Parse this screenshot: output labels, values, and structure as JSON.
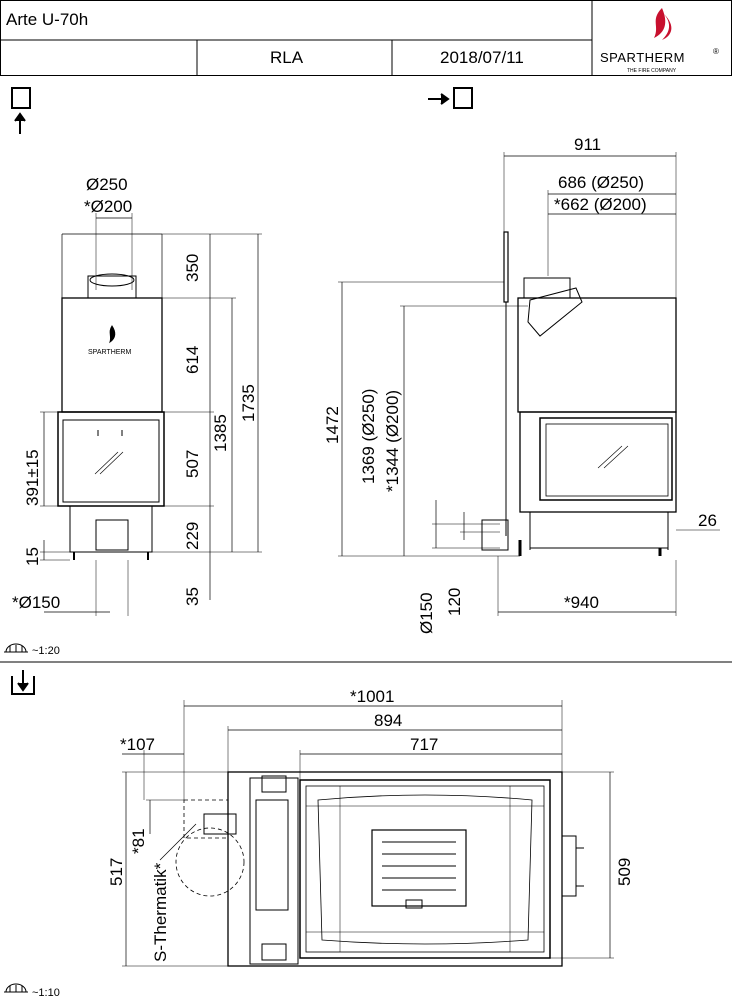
{
  "header": {
    "model": "Arte U-70h",
    "variant": "RLA",
    "date": "2018/07/11",
    "brand": "SPARTHERM",
    "brand_reg": "®",
    "tagline": "THE FIRE COMPANY"
  },
  "front_view": {
    "flue_d1": "Ø250",
    "flue_d2": "*Ø200",
    "logo_text": "SPARTHERM",
    "dims": {
      "d350": "350",
      "d614": "614",
      "d507": "507",
      "d229": "229",
      "d35": "35",
      "d1385": "1385",
      "d1735": "1735",
      "d391": "391±15",
      "d15": "15",
      "d150": "*Ø150"
    }
  },
  "side_view": {
    "dims": {
      "d911": "911",
      "d686": "686 (Ø250)",
      "d662": "*662 (Ø200)",
      "d1472": "1472",
      "d1369": "1369 (Ø250)",
      "d1344": "*1344 (Ø200)",
      "d26": "26",
      "d150": "Ø150",
      "d120": "120",
      "d940": "*940"
    }
  },
  "scale_top": "~1:20",
  "plan_view": {
    "dims": {
      "d1001": "*1001",
      "d894": "894",
      "d717": "717",
      "d107": "*107",
      "d517": "517",
      "d81": "*81",
      "thermatik": "S-Thermatik*",
      "d509": "509"
    }
  },
  "scale_bottom": "~1:10",
  "colors": {
    "flame": "#c8102e",
    "line": "#000000",
    "grid": "#999999"
  }
}
